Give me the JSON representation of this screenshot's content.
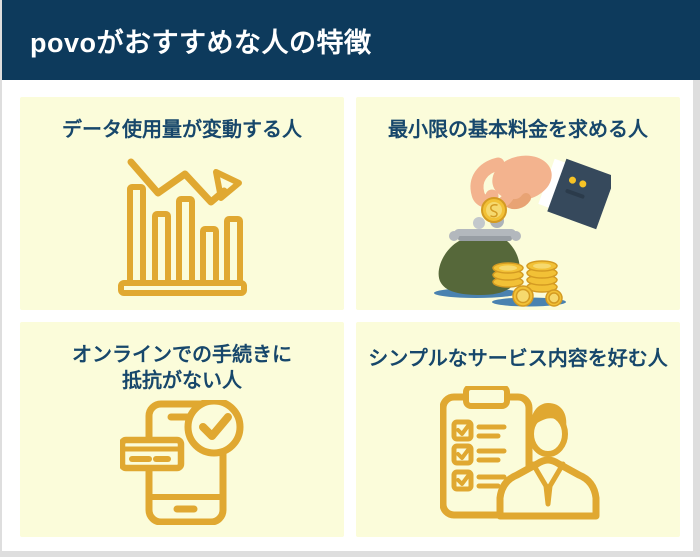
{
  "header": {
    "title": "povoがおすすめな人の特徴"
  },
  "cards": [
    {
      "title": "データ使用量が変動する人",
      "icon": "bar-chart-trend-icon"
    },
    {
      "title": "最小限の基本料金を求める人",
      "icon": "hand-coin-purse-icon"
    },
    {
      "title": "オンラインでの手続きに\n抵抗がない人",
      "icon": "smartphone-check-icon"
    },
    {
      "title": "シンプルなサービス内容を好む人",
      "icon": "checklist-person-icon"
    }
  ],
  "colors": {
    "header_bg": "#0d3a5c",
    "header_text": "#ffffff",
    "card_bg": "#fbfcda",
    "title_text": "#17476b",
    "icon_gold": "#e0a831",
    "purse_green": "#56683a",
    "hand_skin": "#f3b38e",
    "sleeve_navy": "#36495c",
    "coin_gold": "#f2c136",
    "shadow_blue": "#4a82b0",
    "clasp_gray": "#b3b8bd",
    "edge_gray": "#dedede"
  }
}
